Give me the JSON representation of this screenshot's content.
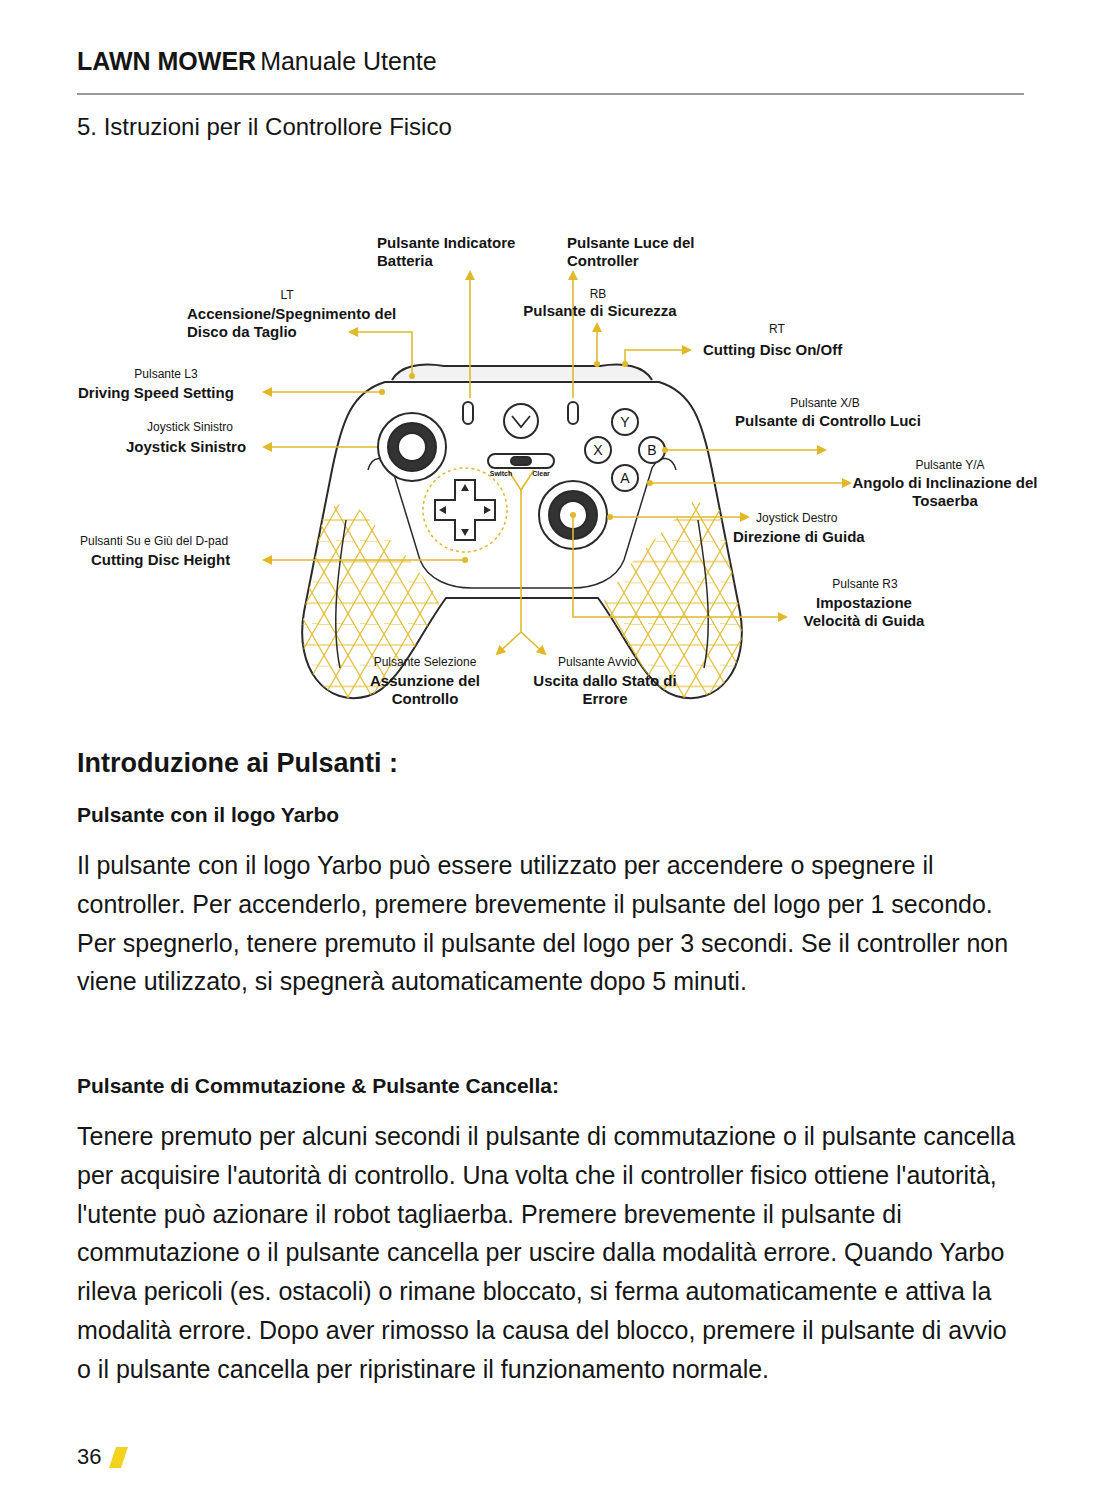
{
  "diagram": {
    "title": "5. Istruzioni per il Controllore Fisico",
    "labels": [
      "LAWN MOWER",
      "Manuale Utente",
      "Pulsante Indicatore Batteria",
      "Pulsante Luce del Controller",
      "LT",
      "Accensione/Spegnimento del Disco da Taglio",
      "RB",
      "Pulsante di Sicurezza",
      "RT",
      "Cutting Disc On/Off",
      "Pulsante L3",
      "Driving Speed Setting",
      "Pulsante X/B",
      "Pulsante di Controllo Luci",
      "Joystick Sinistro",
      "Joystick Sinistro",
      "Pulsante Y/A",
      "Angolo di Inclinazione del Tosaerba",
      "Joystick Destro",
      "Direzione di Guida",
      "Pulsanti Su e Giù del D-pad",
      "Cutting Disc Height",
      "Pulsante R3",
      "Impostazione Velocità di Guida",
      "Pulsante Selezione",
      "Assunzione del Controllo",
      "Pulsante Avvio",
      "Uscita dallo Stato di Errore",
      "Switch",
      "Clear",
      "Y",
      "X",
      "B",
      "A",
      "Introduzione ai Pulsanti :",
      "Pulsante con il logo Yarbo",
      "Il pulsante con il logo Yarbo può essere utilizzato per accendere o spegnere il controller. Per accenderlo, premere brevemente il pulsante del logo per 1 secondo. Per spegnerlo, tenere premuto il pulsante del logo per 3 secondi. Se il controller non viene utilizzato, si spegnerà automaticamente dopo 5 minuti.",
      "Pulsante di Commutazione & Pulsante Cancella:",
      "Tenere premuto per alcuni secondi il pulsante di commutazione o il pulsante cancella per acquisire l'autorità di controllo. Una volta che il controller fisico ottiene l'autorità, l'utente può azionare il robot tagliaerba. Premere brevemente il pulsante di commutazione o il pulsante cancella per uscire dalla modalità errore. Quando Yarbo rileva pericoli (es. ostacoli) o rimane bloccato, si ferma automaticamente e attiva la modalità errore. Dopo aver rimosso la causa del blocco, premere il pulsante di avvio o il pulsante cancella per ripristinare il funzionamento normale.",
      "36"
    ]
  }
}
